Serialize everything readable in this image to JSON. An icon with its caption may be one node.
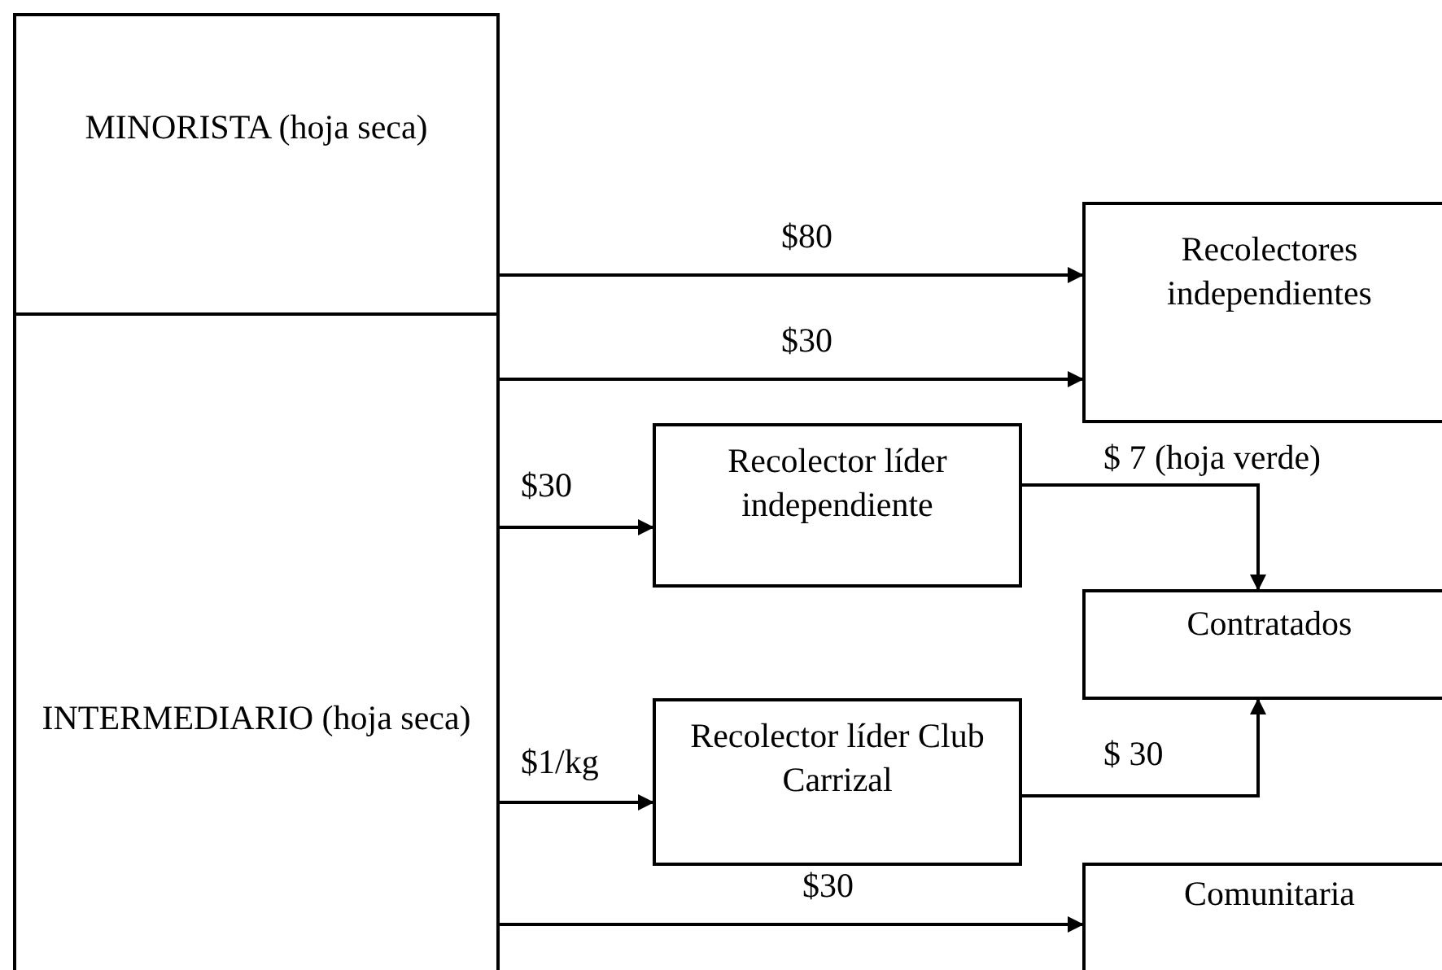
{
  "diagram": {
    "nodes": [
      {
        "text": [
          "MINORISTA (hoja seca)"
        ]
      },
      {
        "text": [
          "INTERMEDIARIO (hoja seca)"
        ]
      },
      {
        "text": [
          "Recolectores independientes"
        ]
      },
      {
        "text": [
          "Recolector líder independiente"
        ]
      },
      {
        "text": [
          "Contratados"
        ]
      },
      {
        "text": [
          "Recolector líder Club Carrizal"
        ]
      },
      {
        "text": [
          "Comunitaria"
        ]
      }
    ],
    "edges": [
      {
        "from": 0,
        "to": 2,
        "arrow": "to",
        "label": "$80"
      },
      {
        "from": 1,
        "to": 2,
        "arrow": "to",
        "label": "$30"
      },
      {
        "from": 1,
        "to": 3,
        "arrow": "to",
        "label": "$30"
      },
      {
        "from": 3,
        "to": 4,
        "arrow": "to",
        "label": "$ 7 (hoja verde)"
      },
      {
        "from": 1,
        "to": 5,
        "arrow": "to",
        "label": "$1/kg"
      },
      {
        "from": 5,
        "to": 4,
        "arrow": "to",
        "label": "$ 30"
      },
      {
        "from": 1,
        "to": 6,
        "arrow": "to",
        "label": "$30"
      }
    ]
  }
}
